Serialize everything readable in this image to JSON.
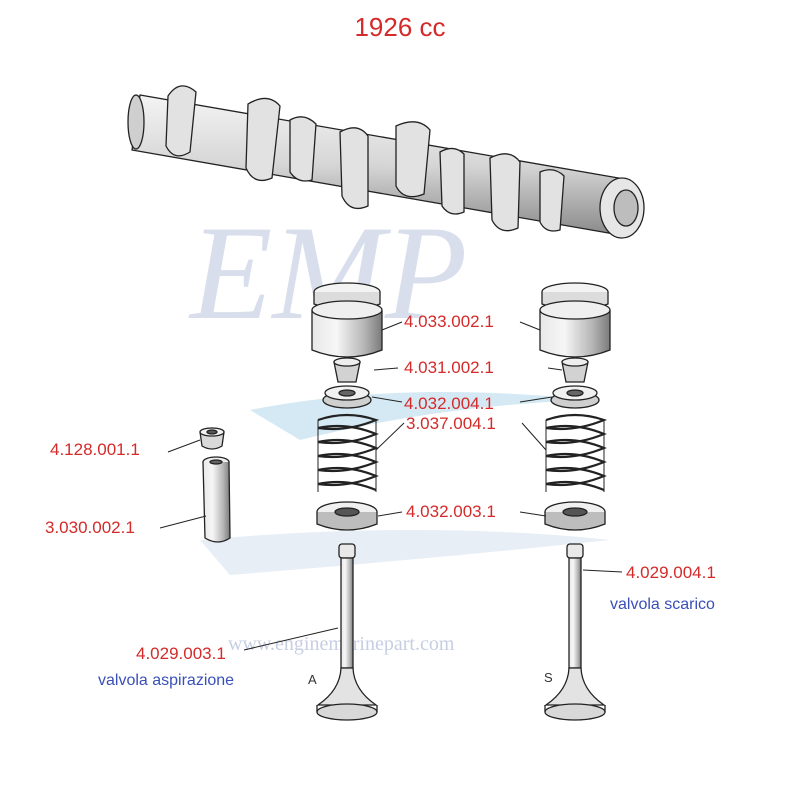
{
  "title": "1926 cc",
  "watermark": {
    "logo_text": "EMP",
    "url_text": "www.enginemarinepart.com",
    "color": "#b8c3dc"
  },
  "colors": {
    "part_number": "#d42a2a",
    "description": "#3a4fb8",
    "line_art": "#222222"
  },
  "labels": {
    "tappet_bucket": "4.033.002.1",
    "valve_collets": "4.031.002.1",
    "upper_spring_seat": "4.032.004.1",
    "valve_spring": "3.037.004.1",
    "lower_spring_seat": "4.032.003.1",
    "stem_seal": "4.128.001.1",
    "valve_guide": "3.030.002.1",
    "intake_valve": "4.029.003.1",
    "exhaust_valve": "4.029.004.1"
  },
  "descriptions": {
    "intake": "valvola aspirazione",
    "exhaust": "valvola scarico"
  },
  "valve_letters": {
    "intake": "A",
    "exhaust": "S"
  }
}
